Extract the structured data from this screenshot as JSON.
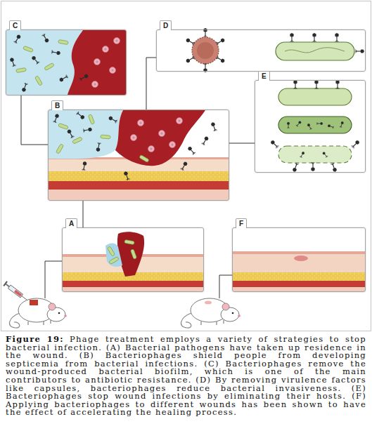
{
  "diagram": {
    "caption": "Figure 19: Phage treatment employs a variety of strategies to stop bacterial infection. (A) Bacterial pathogens have taken up residence in the wound. (B) Bacteriophages shield people from developing septicemia from bacterial infections. (C) Bacteriophages remove the wound-produced bacterial biofilm, which is one of the main contributors to antibiotic resistance. (D) By removing virulence factors like capsules, bacteriophages reduce bacterial invasiveness. (E) Bacteriophages stop wound infections by eliminating their hosts. (F) Applying bacteriophages to different wounds has been shown to have the effect of accelerating the healing process.",
    "nodes": [
      {
        "text": [
          "C"
        ]
      },
      {
        "text": [
          "D"
        ]
      },
      {
        "text": [
          "B"
        ]
      },
      {
        "text": [
          "E"
        ]
      },
      {
        "text": [
          "A"
        ]
      },
      {
        "text": [
          "F"
        ]
      }
    ],
    "edges": [
      {
        "from": 0,
        "to": 2,
        "arrow": "none"
      },
      {
        "from": 1,
        "to": 2,
        "arrow": "none"
      },
      {
        "from": 3,
        "to": 2,
        "arrow": "none"
      },
      {
        "from": 4,
        "to": 2,
        "arrow": "none"
      }
    ]
  }
}
